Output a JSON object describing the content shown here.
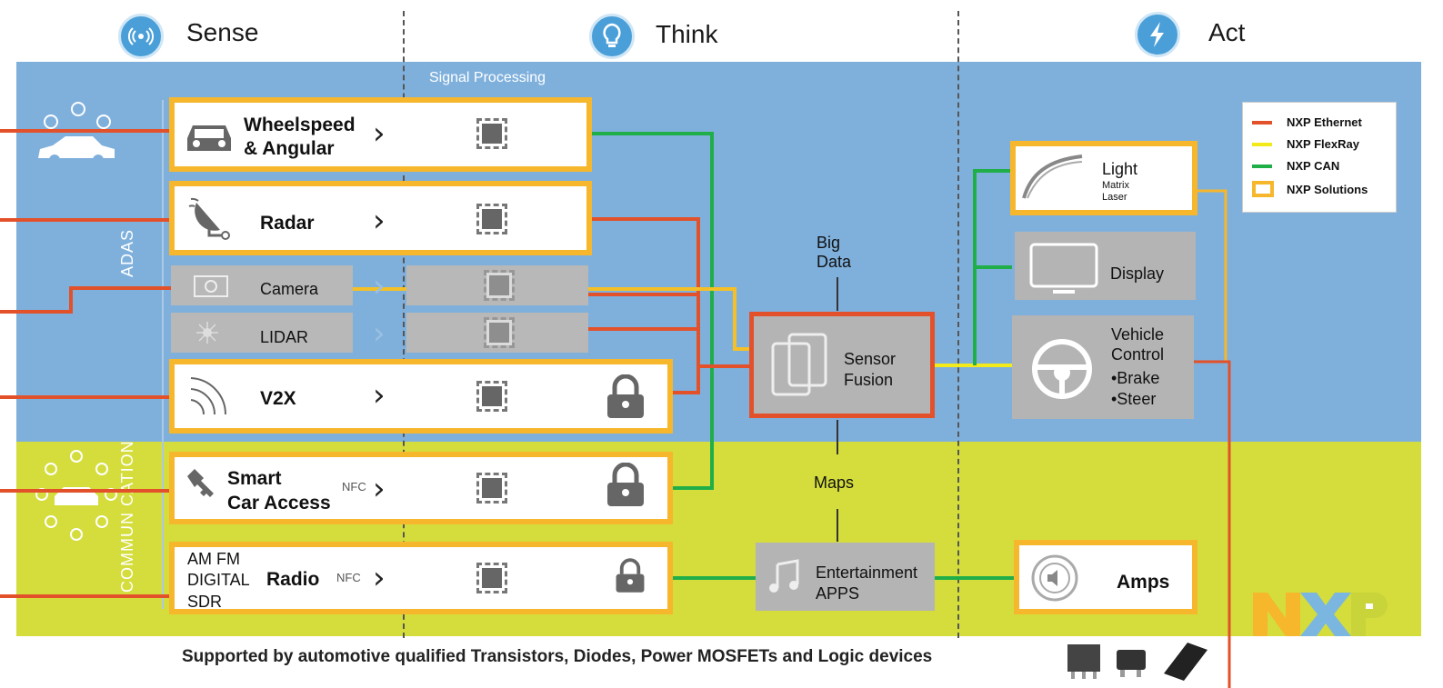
{
  "header": {
    "sense": "Sense",
    "think": "Think",
    "act": "Act"
  },
  "bands": {
    "adas": "ADAS",
    "communication": "COMMUN CATION",
    "signal_processing": "Signal Processing"
  },
  "sense_items": [
    {
      "label": "Wheelspeed\n& Angular",
      "line1": "Wheelspeed",
      "line2": "& Angular"
    },
    {
      "label": "Radar"
    },
    {
      "label": "Camera"
    },
    {
      "label": "LIDAR"
    },
    {
      "label": "V2X"
    },
    {
      "line1": "Smart",
      "line2": "Car Access",
      "nfc": "NFC"
    },
    {
      "am": "AM FM",
      "digital": "DIGITAL",
      "radio": "Radio",
      "sdr": "SDR",
      "nfc": "NFC"
    }
  ],
  "think": {
    "big": "Big",
    "data": "Data",
    "sensor": "Sensor",
    "fusion": "Fusion",
    "maps": "Maps",
    "ent1": "Entertainment",
    "ent2": "APPS"
  },
  "act": {
    "light": "Light",
    "matrix": "Matrix",
    "laser": "Laser",
    "display": "Display",
    "vehicle": "Vehicle",
    "control": "Control",
    "brake": "•Brake",
    "steer": "•Steer",
    "amps": "Amps"
  },
  "legend": [
    {
      "label": "NXP Ethernet",
      "color": "#e2512a"
    },
    {
      "label": "NXP FlexRay",
      "color": "#f2ea1a"
    },
    {
      "label": "NXP CAN",
      "color": "#1fae48"
    },
    {
      "label": "NXP Solutions",
      "color": "#f6b72d"
    }
  ],
  "footer": "Supported by automotive qualified Transistors, Diodes, Power MOSFETs and Logic devices",
  "logo": "NXP",
  "colors": {
    "ethernet": "#e2512a",
    "flexray": "#f2ea1a",
    "can": "#1fae48",
    "solutions": "#f6b72d",
    "blue": "#7fb0dc",
    "green": "#d4dd3c"
  }
}
